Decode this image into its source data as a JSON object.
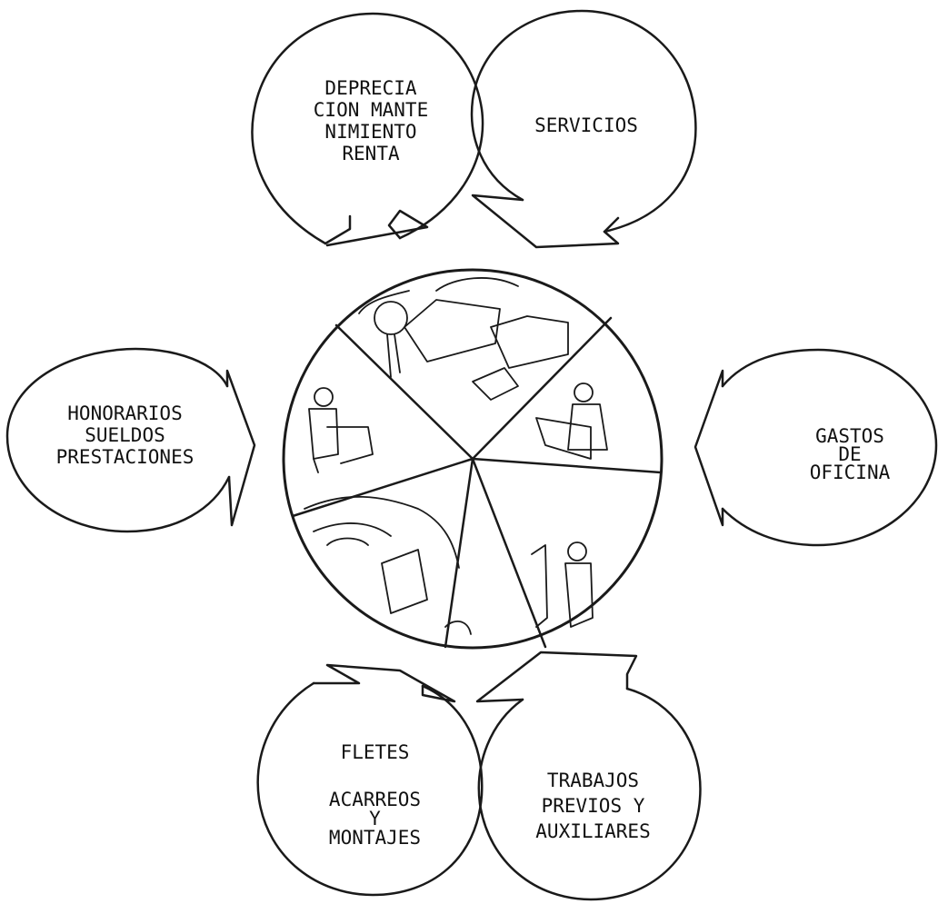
{
  "diagram": {
    "bubbles": {
      "depreciacion": {
        "lines": [
          "DEPRECIA",
          "CION MANTE",
          "NIMIENTO",
          "RENTA"
        ]
      },
      "servicios": {
        "lines": [
          "SERVICIOS"
        ]
      },
      "honorarios": {
        "lines": [
          "HONORARIOS",
          "SUELDOS",
          "PRESTACIONES"
        ]
      },
      "gastos_oficina": {
        "lines": [
          "GASTOS",
          "DE",
          "OFICINA"
        ]
      },
      "fletes": {
        "lines": [
          "FLETES",
          "",
          "ACARREOS",
          "Y",
          "MONTAJES"
        ]
      },
      "trabajos": {
        "lines": [
          "TRABAJOS",
          "PREVIOS Y",
          "AUXILIARES"
        ]
      }
    },
    "center": {
      "icon": "construction-site-pie-icon",
      "segments": 6
    },
    "colors": {
      "ink": "#1a1a1a",
      "paper": "#ffffff"
    }
  }
}
